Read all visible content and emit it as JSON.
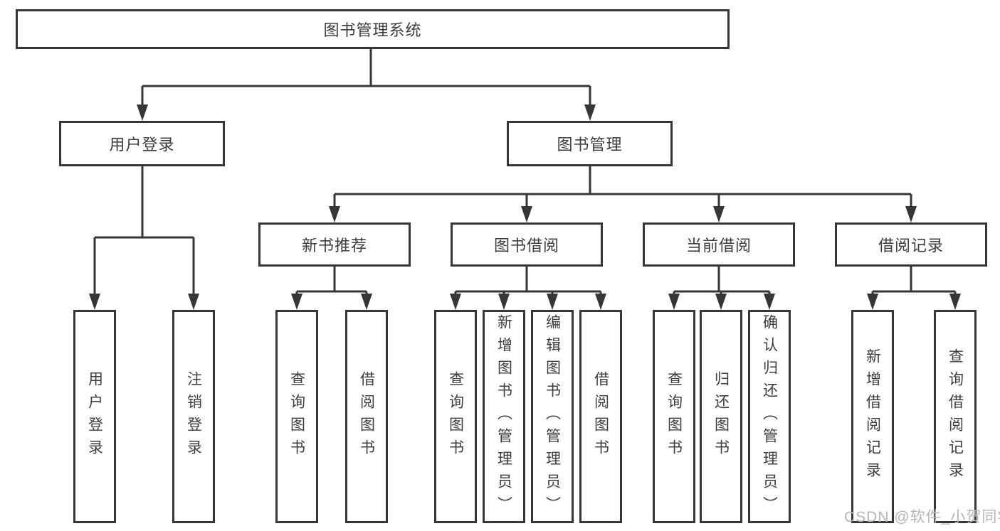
{
  "diagram": {
    "root": {
      "label": "图书管理系统"
    },
    "level2": [
      {
        "id": "user-login",
        "label": "用户登录"
      },
      {
        "id": "book-management",
        "label": "图书管理"
      }
    ],
    "level3": [
      {
        "id": "new-book-recommend",
        "label": "新书推荐"
      },
      {
        "id": "book-borrow",
        "label": "图书借阅"
      },
      {
        "id": "current-borrow",
        "label": "当前借阅"
      },
      {
        "id": "borrow-records",
        "label": "借阅记录"
      }
    ],
    "level4": {
      "user_login": [
        {
          "label": "用户登录"
        },
        {
          "label": "注销登录"
        }
      ],
      "new_book_recommend": [
        {
          "label": "查询图书"
        },
        {
          "label": "借阅图书"
        }
      ],
      "book_borrow": [
        {
          "label": "查询图书"
        },
        {
          "label": "新增图书（管理员）"
        },
        {
          "label": "编辑图书（管理员）"
        },
        {
          "label": "借阅图书"
        }
      ],
      "current_borrow": [
        {
          "label": "查询图书"
        },
        {
          "label": "归还图书"
        },
        {
          "label": "确认归还（管理员）"
        }
      ],
      "borrow_records": [
        {
          "label": "新增借阅记录"
        },
        {
          "label": "查询借阅记录"
        }
      ]
    },
    "watermark": "CSDN @软件_小贺同学",
    "colors": {
      "line": "#363636",
      "text": "#3d3d3d",
      "background": "#ffffff",
      "watermark": "#b3b6ba"
    }
  }
}
